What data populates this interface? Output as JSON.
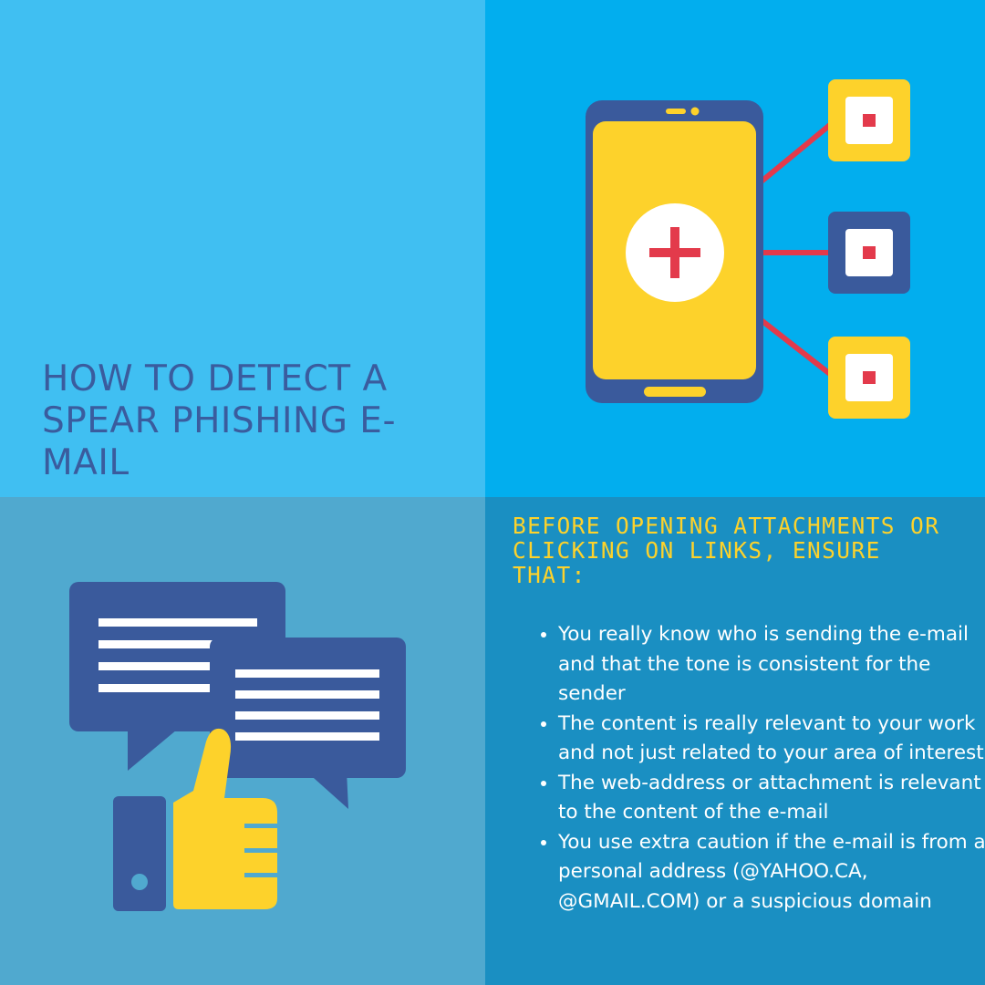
{
  "title": "How to detect a spear phishing e-mail",
  "subheading": "Before opening attachments or clicking on links, ensure that:",
  "tips": [
    "You really know who is sending the e-mail and that the tone is consistent for the sender",
    "The content is really relevant to your work and not just related to your area of interest",
    "The web-address or attachment is relevant to the content of the e-mail",
    "You use extra caution if the e-mail is from a personal address (@YAHOO.CA, @GMAIL.COM) or a suspicious domain"
  ],
  "colors": {
    "panel_top_left": "#40bff2",
    "panel_top_right": "#02aeee",
    "panel_bottom_left": "#50a9cf",
    "panel_bottom_right": "#1a8fc2",
    "title_text": "#3a5c9e",
    "subheading_text": "#fdd22b",
    "tip_text": "#ffffff",
    "navy": "#3a5a9c",
    "yellow": "#fdd22b",
    "red": "#e33a4b",
    "white": "#ffffff"
  },
  "icons": {
    "top_right": "smartphone-network-icon",
    "bottom_left": "chat-thumbs-up-icon"
  }
}
